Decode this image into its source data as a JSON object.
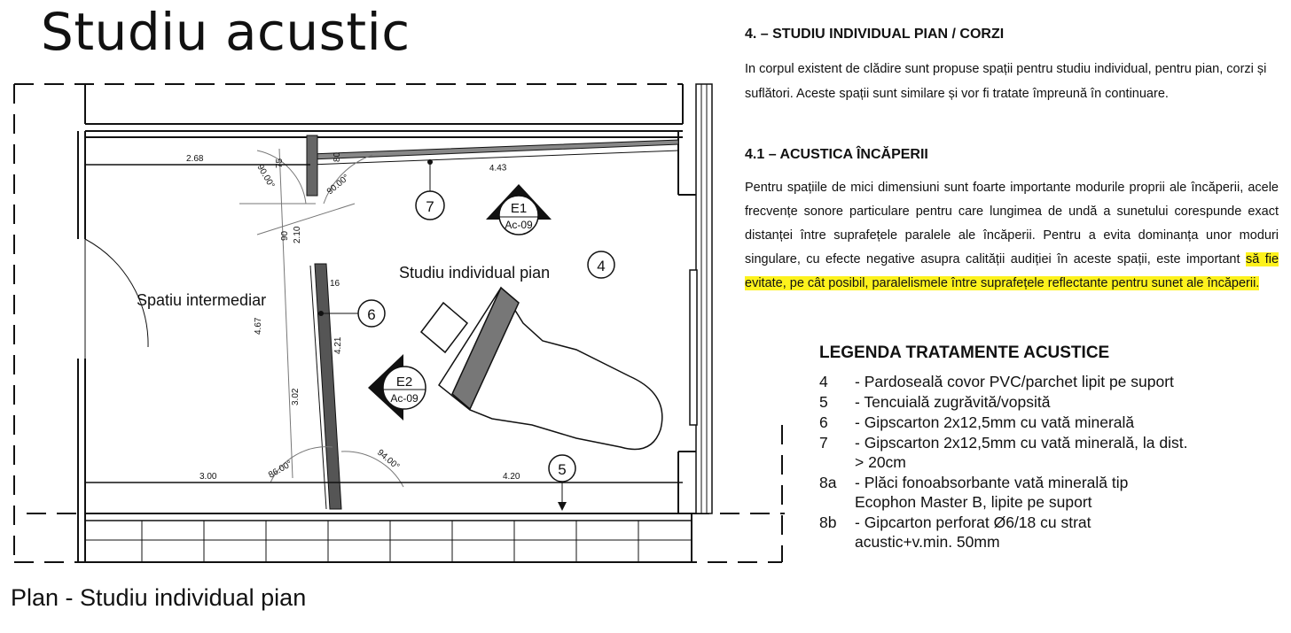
{
  "slide": {
    "title": "Studiu acustic",
    "plan_caption": "Plan - Studiu individual pian"
  },
  "plan": {
    "room_label": "Studiu individual pian",
    "room_tag": "4",
    "corridor_label": "Spatiu intermediar",
    "markers": {
      "wall7": "7",
      "wall6": "6",
      "floor5": "5",
      "e1_top": "E1",
      "e1_bottom": "Ac-09",
      "e2_top": "E2",
      "e2_bottom": "Ac-09"
    },
    "dimensions": {
      "d268": "2.68",
      "d443": "4.43",
      "d300": "3.00",
      "d420": "4.20",
      "d75": "75",
      "d80": "80",
      "d90": "90",
      "d210": "2.10",
      "d16": "16",
      "d467": "4.67",
      "d421": "4.21",
      "d302": "3.02",
      "a_top1": "90.00°",
      "a_top2": "90.00°",
      "a_bot1": "86.00°",
      "a_bot2": "94.00°"
    }
  },
  "text": {
    "section4_title": "4. – STUDIU INDIVIDUAL PIAN / CORZI",
    "section4_para": "In corpul existent de clădire sunt propuse spații pentru studiu individual, pentru pian, corzi și suflători. Aceste spații sunt similare și vor fi tratate împreună în continuare.",
    "section41_title": "4.1 – ACUSTICA ÎNCĂPERII",
    "section41_para": "Pentru spațiile de mici dimensiuni sunt foarte importante modurile proprii ale încăperii, acele frecvențe sonore particulare pentru care lungimea de undă a sunetului corespunde exact distanței între suprafețele paralele ale încăperii. Pentru a evita dominanța unor moduri singulare, cu efecte negative asupra calității audiției în aceste spații, este important",
    "section41_highlight": "să fie evitate, pe cât posibil, paralelismele între suprafețele reflectante pentru sunet ale încăperii."
  },
  "legend": {
    "title": "LEGENDA TRATAMENTE ACUSTICE",
    "items": [
      {
        "num": "4",
        "text": "- Pardoseală covor PVC/parchet lipit pe suport"
      },
      {
        "num": "5",
        "text": "- Tencuială zugrăvită/vopsită"
      },
      {
        "num": "6",
        "text": "- Gipscarton 2x12,5mm cu vată minerală"
      },
      {
        "num": "7",
        "text": "- Gipscarton 2x12,5mm cu vată minerală, la dist. > 20cm"
      },
      {
        "num": "8a",
        "text": "- Plăci fonoabsorbante vată minerală tip Ecophon Master B, lipite pe suport"
      },
      {
        "num": "8b",
        "text": "- Gipcarton perforat Ø6/18 cu strat acustic+v.min. 50mm"
      }
    ]
  },
  "colors": {
    "highlight": "#fdf21d",
    "ink": "#111111"
  }
}
